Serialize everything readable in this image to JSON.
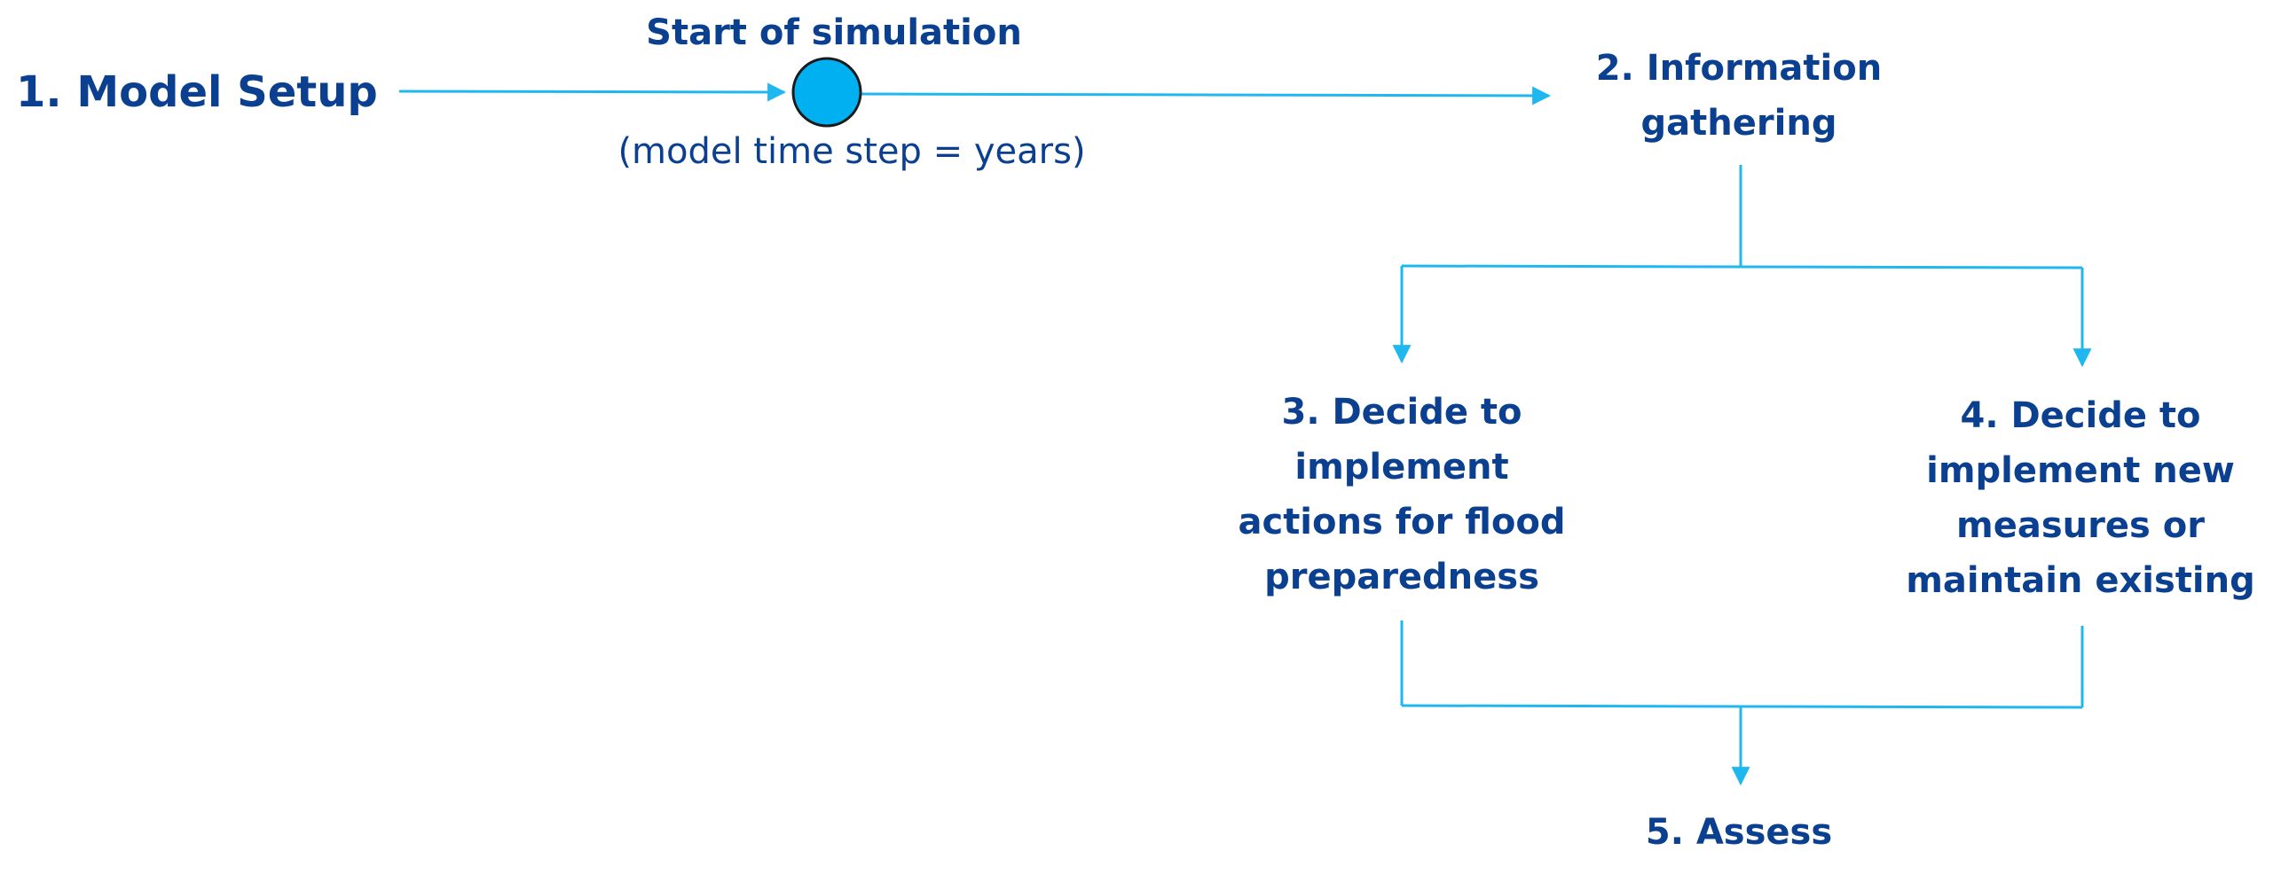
{
  "nodes": {
    "model_setup": "1. Model Setup",
    "start_title": "Start of simulation",
    "start_note": "(model time step = years)",
    "information": "2. Information\ngathering",
    "decide_preparedness": "3. Decide to\nimplement\nactions for flood\npreparedness",
    "decide_measures": "4. Decide to\nimplement new\nmeasures or\nmaintain existing",
    "assess": "5. Assess"
  },
  "colors": {
    "text": "#0b3f8f",
    "line": "#1fb7f0",
    "node_fill": "#00b0f0",
    "node_stroke": "#1a1a1a"
  }
}
